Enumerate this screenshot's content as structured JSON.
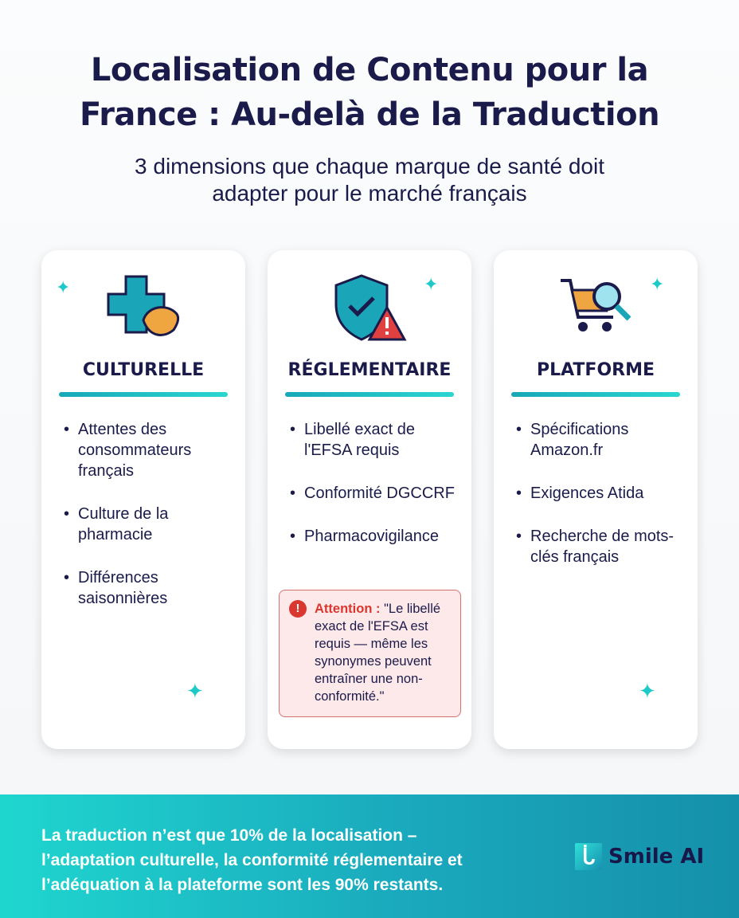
{
  "header": {
    "title_line1": "Localisation de Contenu pour la",
    "title_line2": "France : Au-delà de la Traduction",
    "subtitle_line1": "3 dimensions que chaque marque de santé doit",
    "subtitle_line2": "adapter pour le marché français"
  },
  "cards": [
    {
      "icon": "pharmacy-cross-croissant-icon",
      "heading": "CULTURELLE",
      "items": [
        "Attentes des consommateurs français",
        "Culture de la pharmacie",
        "Différences saisonnières"
      ]
    },
    {
      "icon": "shield-check-warning-icon",
      "heading": "RÉGLEMENTAIRE",
      "items": [
        "Libellé exact de l'EFSA requis",
        "Conformité DGCCRF",
        "Pharmacovigilance"
      ],
      "alert": {
        "label": "Attention :",
        "text": " \"Le libellé exact de l'EFSA est requis — même les synonymes peuvent entraîner une non-conformité.\""
      }
    },
    {
      "icon": "shopping-cart-search-icon",
      "heading": "PLATFORME",
      "items": [
        "Spécifications Amazon.fr",
        "Exigences Atida",
        "Recherche de mots-clés français"
      ]
    }
  ],
  "footer": {
    "line1": "La traduction n’est que 10% de la localisation –",
    "line2": "l’adaptation culturelle, la conformité réglementaire et",
    "line3": "l’adéquation à la plateforme sont les 90% restants.",
    "brand": "Smile AI"
  },
  "colors": {
    "navy": "#1b1b4b",
    "teal": "#1ec9c9",
    "alert_red": "#d9372f"
  }
}
